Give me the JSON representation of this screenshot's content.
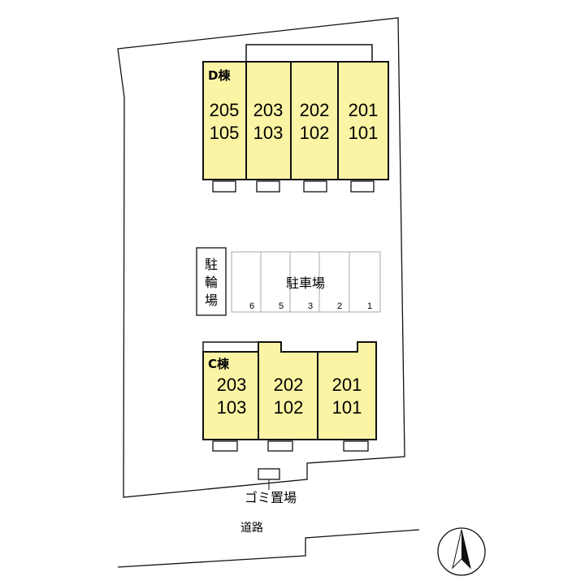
{
  "building_d": {
    "label": "D棟",
    "units": [
      {
        "upper": "205",
        "lower": "105"
      },
      {
        "upper": "203",
        "lower": "103"
      },
      {
        "upper": "202",
        "lower": "102"
      },
      {
        "upper": "201",
        "lower": "101"
      }
    ]
  },
  "building_c": {
    "label": "C棟",
    "units": [
      {
        "upper": "203",
        "lower": "103"
      },
      {
        "upper": "202",
        "lower": "102"
      },
      {
        "upper": "201",
        "lower": "101"
      }
    ]
  },
  "bicycle_parking": {
    "chars": [
      "駐",
      "輪",
      "場"
    ]
  },
  "parking": {
    "label": "駐車場",
    "spaces": [
      "6",
      "5",
      "3",
      "2",
      "1"
    ]
  },
  "garbage": {
    "label": "ゴミ置場"
  },
  "road": {
    "label": "道路"
  },
  "north_icon": "north-arrow-icon",
  "colors": {
    "building_fill": "#fbf4a4",
    "line": "#111111"
  }
}
